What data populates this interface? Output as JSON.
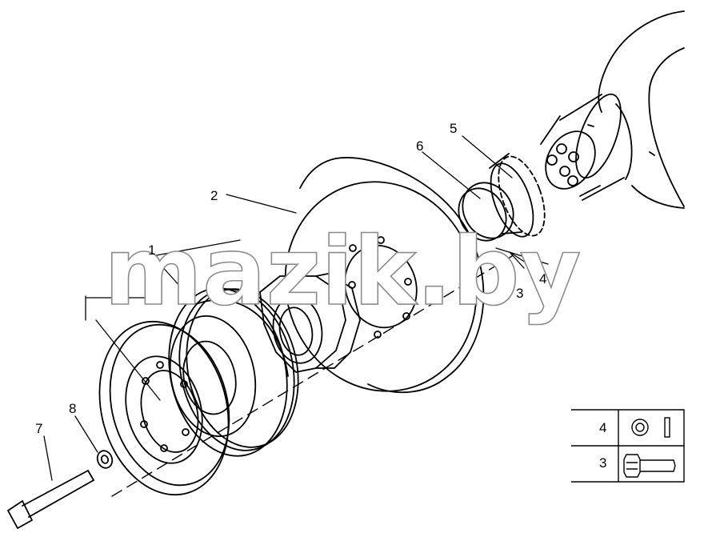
{
  "watermark": "mazik.by",
  "callouts": {
    "c1": "1",
    "c2": "2",
    "c3": "3",
    "c4": "4",
    "c5": "5",
    "c6": "6",
    "c7": "7",
    "c8": "8"
  },
  "legend": {
    "rows": [
      {
        "number": "4",
        "icon": "washer-icon"
      },
      {
        "number": "3",
        "icon": "bolt-icon"
      }
    ]
  }
}
